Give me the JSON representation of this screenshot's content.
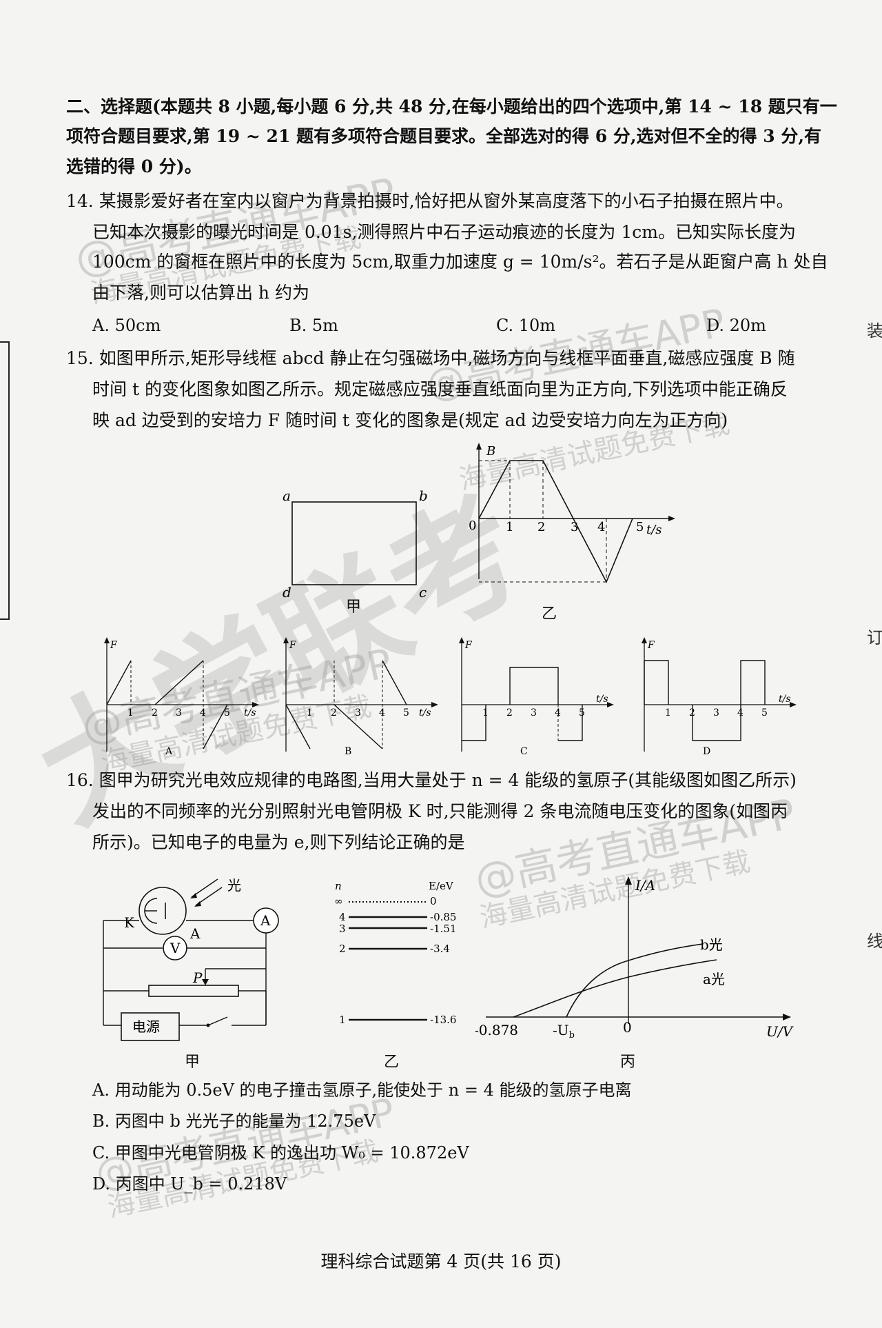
{
  "section_header": [
    "二、选择题(本题共 8 小题,每小题 6 分,共 48 分,在每小题给出的四个选项中,第 14 ~ 18 题只有一",
    "项符合题目要求,第 19 ~ 21 题有多项符合题目要求。全部选对的得 6 分,选对但不全的得 3 分,有",
    "选错的得 0 分)。"
  ],
  "q14": {
    "lines": [
      "14. 某摄影爱好者在室内以窗户为背景拍摄时,恰好把从窗外某高度落下的小石子拍摄在照片中。",
      "已知本次摄影的曝光时间是 0.01s,测得照片中石子运动痕迹的长度为 1cm。已知实际长度为",
      "100cm 的窗框在照片中的长度为 5cm,取重力加速度 g = 10m/s²。若石子是从距窗户高 h 处自",
      "由下落,则可以估算出 h 约为"
    ],
    "options": [
      "A. 50cm",
      "B.  5m",
      "C.  10m",
      "D.  20m"
    ]
  },
  "q15": {
    "lines": [
      "15. 如图甲所示,矩形导线框 abcd 静止在匀强磁场中,磁场方向与线框平面垂直,磁感应强度 B 随",
      "时间 t 的变化图象如图乙所示。规定磁感应强度垂直纸面向里为正方向,下列选项中能正确反",
      "映 ad 边受到的安培力 F 随时间 t 变化的图象是(规定 ad 边受安培力向左为正方向)"
    ],
    "frame_labels": {
      "a": "a",
      "b": "b",
      "c": "c",
      "d": "d"
    },
    "fig_jia": "甲",
    "fig_yi": "乙",
    "yi_axis": {
      "y": "B",
      "x": "t/s",
      "origin": "0",
      "ticks": [
        "1",
        "2",
        "3",
        "4",
        "5"
      ]
    },
    "options": [
      {
        "letter": "A",
        "y": "F",
        "x": "t/s",
        "ticks": [
          "1",
          "2",
          "3",
          "4",
          "5"
        ]
      },
      {
        "letter": "B",
        "y": "F",
        "x": "t/s",
        "ticks": [
          "1",
          "2",
          "3",
          "4",
          "5"
        ]
      },
      {
        "letter": "C",
        "y": "F",
        "x": "t/s",
        "ticks": [
          "1",
          "2",
          "3",
          "4",
          "5"
        ]
      },
      {
        "letter": "D",
        "y": "F",
        "x": "t/s",
        "ticks": [
          "1",
          "2",
          "3",
          "4",
          "5"
        ]
      }
    ]
  },
  "q16": {
    "lines": [
      "16. 图甲为研究光电效应规律的电路图,当用大量处于 n = 4 能级的氢原子(其能级图如图乙所示)",
      "发出的不同频率的光分别照射光电管阴极 K 时,只能测得 2 条电流随电压变化的图象(如图丙",
      "所示)。已知电子的电量为 e,则下列结论正确的是"
    ],
    "circuit": {
      "light": "光",
      "K": "K",
      "A": "A",
      "ammeter": "A",
      "voltmeter": "V",
      "P": "P",
      "power": "电源",
      "caption": "甲"
    },
    "levels": {
      "n_label": "n",
      "e_label": "E/eV",
      "items": [
        {
          "n": "∞",
          "e": "0"
        },
        {
          "n": "4",
          "e": "-0.85"
        },
        {
          "n": "3",
          "e": "-1.51"
        },
        {
          "n": "2",
          "e": "-3.4"
        },
        {
          "n": "1",
          "e": "-13.6"
        }
      ],
      "caption": "乙"
    },
    "iv": {
      "y": "I/A",
      "x": "U/V",
      "origin": "0",
      "b": "b光",
      "a": "a光",
      "u1": "-0.878",
      "u2": "-U",
      "u2sub": "b",
      "caption": "丙"
    },
    "options": [
      "A. 用动能为 0.5eV 的电子撞击氢原子,能使处于 n = 4 能级的氢原子电离",
      "B. 丙图中 b 光光子的能量为 12.75eV",
      "C. 甲图中光电管阴极 K 的逸出功 W₀ = 10.872eV",
      "D. 丙图中 U_b = 0.218V"
    ]
  },
  "footer": "理科综合试题第 4 页(共 16 页)",
  "watermarks": [
    "@高考直通车APP",
    "海量高清试题免费下载",
    "大学联考"
  ],
  "edge_chars": [
    "装",
    "订",
    "线"
  ]
}
